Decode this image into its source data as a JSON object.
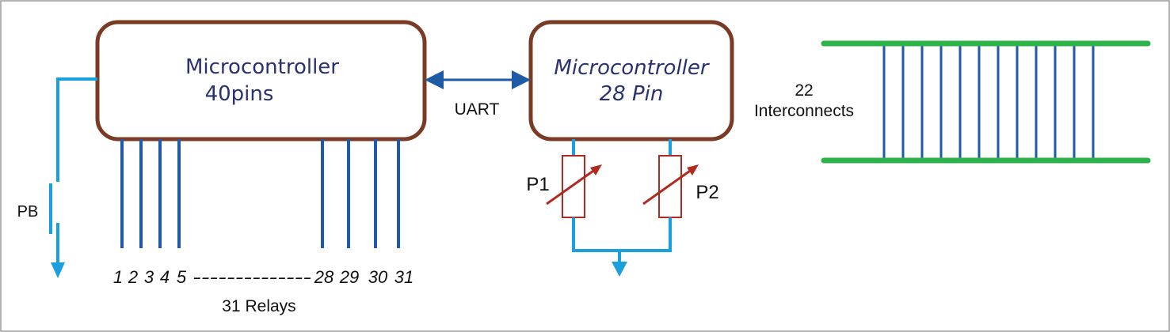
{
  "mcu_40": {
    "line1": "Microcontroller",
    "line2": "40pins"
  },
  "mcu_28": {
    "line1": "Microcontroller",
    "line2": "28 Pin"
  },
  "uart_label": "UART",
  "interconnects": {
    "count": "22",
    "label": "Interconnects",
    "line_count": 12
  },
  "pushbutton_label": "PB",
  "pot_labels": [
    "P1",
    "P2"
  ],
  "relay_pins": [
    "1",
    "2",
    "3",
    "4",
    "5",
    "28",
    "29",
    "30",
    "31"
  ],
  "relay_dashes": "--------------",
  "relays_label": "31 Relays",
  "colors": {
    "box_border": "#7a3b25",
    "blue_line": "#1f5aa6",
    "cyan": "#1aa0dc",
    "green_bus": "#2db34a",
    "pot_border": "#b02a22",
    "pot_arrow": "#b02a22"
  }
}
